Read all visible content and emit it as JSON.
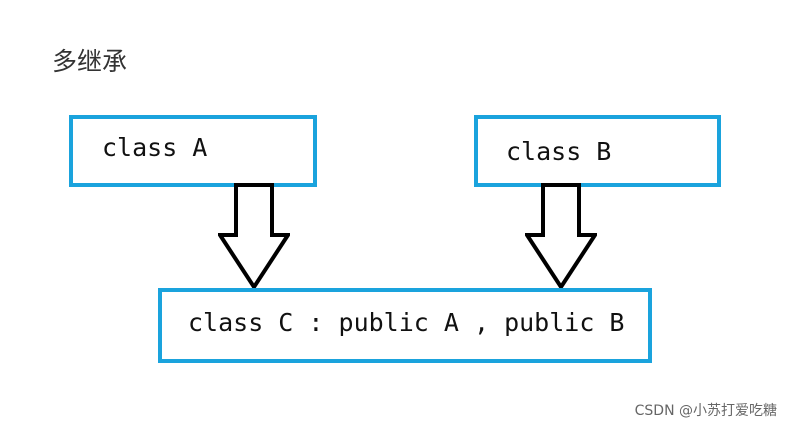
{
  "title": "多继承",
  "boxes": {
    "a": "class A",
    "b": "class B",
    "c": "class C : public A , public B"
  },
  "colors": {
    "box_border": "#1aa3dd",
    "arrow_stroke": "#000000"
  },
  "watermark": "CSDN @小苏打爱吃糖"
}
